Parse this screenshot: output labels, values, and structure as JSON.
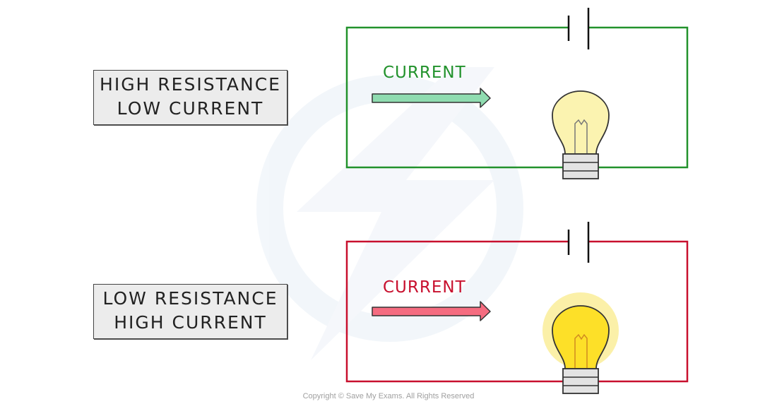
{
  "colors": {
    "top_circuit": "#22922c",
    "bottom_circuit": "#c8102e",
    "top_arrow_fill": "#8fdcb0",
    "bottom_arrow_fill": "#f56c80",
    "dim_bulb": "#fbf3b0",
    "bright_bulb": "#fde028",
    "glow": "#fbf0a8",
    "watermark": "#e6eef6"
  },
  "icons": {
    "battery": "battery-icon",
    "bulb": "light-bulb-icon",
    "arrow": "current-arrow-icon",
    "watermark": "lightning-logo-icon"
  },
  "panels": [
    {
      "label_line1": "HIGH RESISTANCE",
      "label_line2": "LOW CURRENT",
      "current_label": "CURRENT",
      "bulb_state": "dim"
    },
    {
      "label_line1": "LOW RESISTANCE",
      "label_line2": "HIGH CURRENT",
      "current_label": "CURRENT",
      "bulb_state": "bright"
    }
  ],
  "copyright": "Copyright © Save My Exams. All Rights Reserved"
}
